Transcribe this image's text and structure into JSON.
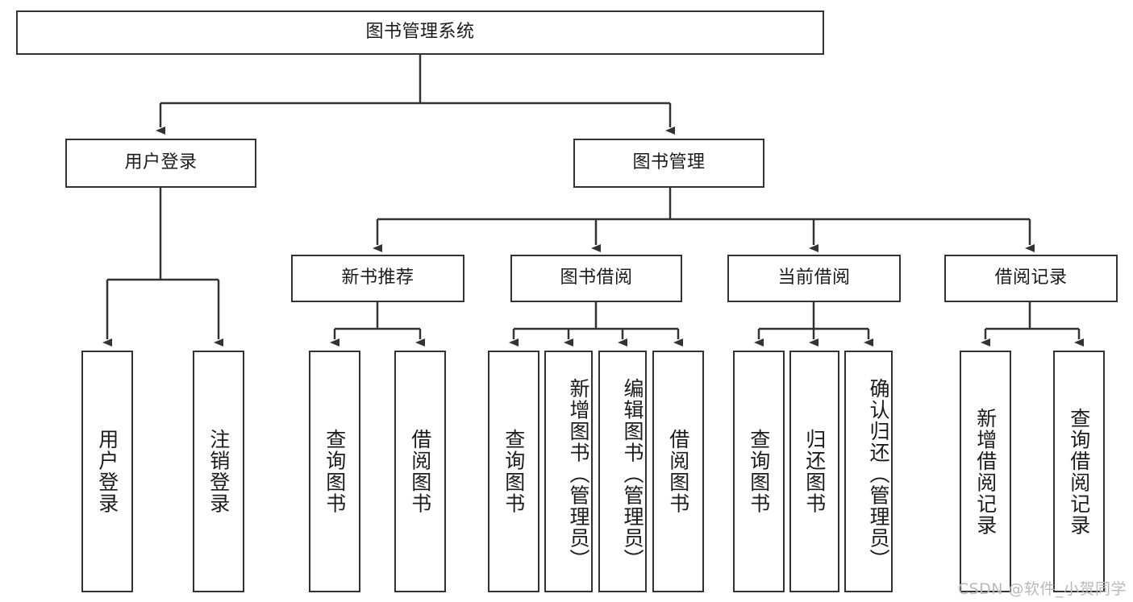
{
  "diagram": {
    "title": "图书管理系统",
    "type": "tree",
    "watermark": "CSDN @软件_小贺同学",
    "colors": {
      "stroke": "#333333",
      "fill": "#ffffff",
      "text": "#1b1b1b",
      "watermark": "#b9b9b9"
    },
    "root": {
      "id": "root",
      "label": "图书管理系统"
    },
    "level2": [
      {
        "id": "user-login",
        "label": "用户登录"
      },
      {
        "id": "book-manage",
        "label": "图书管理"
      }
    ],
    "level3": [
      {
        "id": "new-book-recommend",
        "label": "新书推荐",
        "parent": "book-manage"
      },
      {
        "id": "book-borrow",
        "label": "图书借阅",
        "parent": "book-manage"
      },
      {
        "id": "current-borrow",
        "label": "当前借阅",
        "parent": "book-manage"
      },
      {
        "id": "borrow-record",
        "label": "借阅记录",
        "parent": "book-manage"
      }
    ],
    "leaves": {
      "user_login": [
        {
          "id": "leaf-user-login",
          "label": "用户登录"
        },
        {
          "id": "leaf-logout",
          "label": "注销登录"
        }
      ],
      "new_book_recommend": [
        {
          "id": "leaf-query-book-1",
          "label": "查询图书"
        },
        {
          "id": "leaf-borrow-book-1",
          "label": "借阅图书"
        }
      ],
      "book_borrow": [
        {
          "id": "leaf-query-book-2",
          "label": "查询图书"
        },
        {
          "id": "leaf-add-book",
          "label": "新增图书（管理员）"
        },
        {
          "id": "leaf-edit-book",
          "label": "编辑图书（管理员）"
        },
        {
          "id": "leaf-borrow-book-2",
          "label": "借阅图书"
        }
      ],
      "current_borrow": [
        {
          "id": "leaf-query-book-3",
          "label": "查询图书"
        },
        {
          "id": "leaf-return-book",
          "label": "归还图书"
        },
        {
          "id": "leaf-confirm-return",
          "label": "确认归还（管理员）"
        }
      ],
      "borrow_record": [
        {
          "id": "leaf-add-record",
          "label": "新增借阅记录"
        },
        {
          "id": "leaf-query-record",
          "label": "查询借阅记录"
        }
      ]
    }
  }
}
